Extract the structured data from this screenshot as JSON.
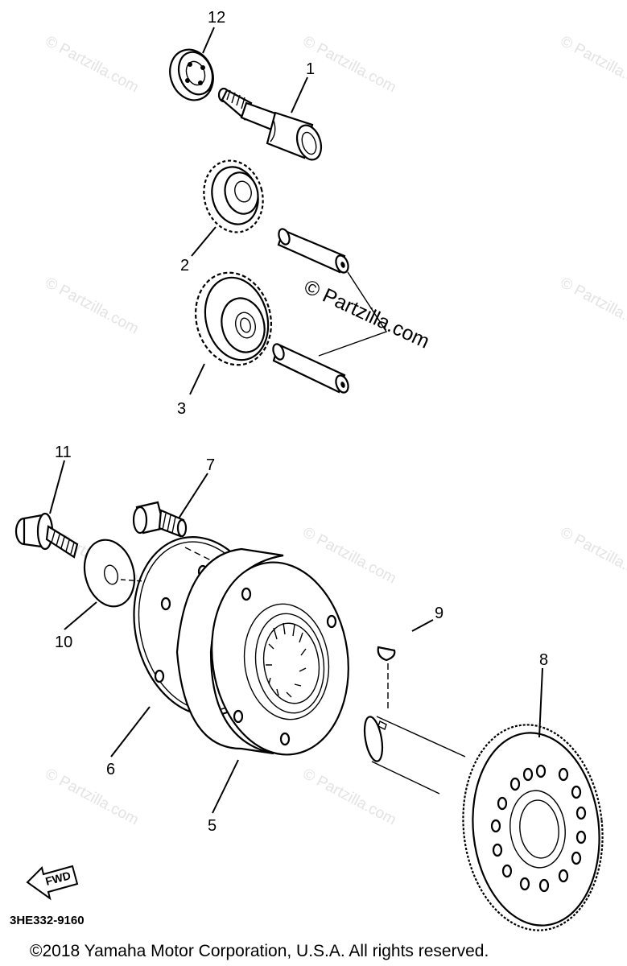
{
  "diagram": {
    "callouts": {
      "p1": "1",
      "p2": "2",
      "p3": "3",
      "p5": "5",
      "p6": "6",
      "p7": "7",
      "p8": "8",
      "p9": "9",
      "p10": "10",
      "p11": "11",
      "p12": "12"
    },
    "watermark": "© Partzilla.com",
    "watermark_large": "© Partzilla.com",
    "diagram_code": "3HE332-9160",
    "fwd_label": "FWD",
    "footer": "©2018  Yamaha Motor Corporation, U.S.A. All rights reserved."
  }
}
